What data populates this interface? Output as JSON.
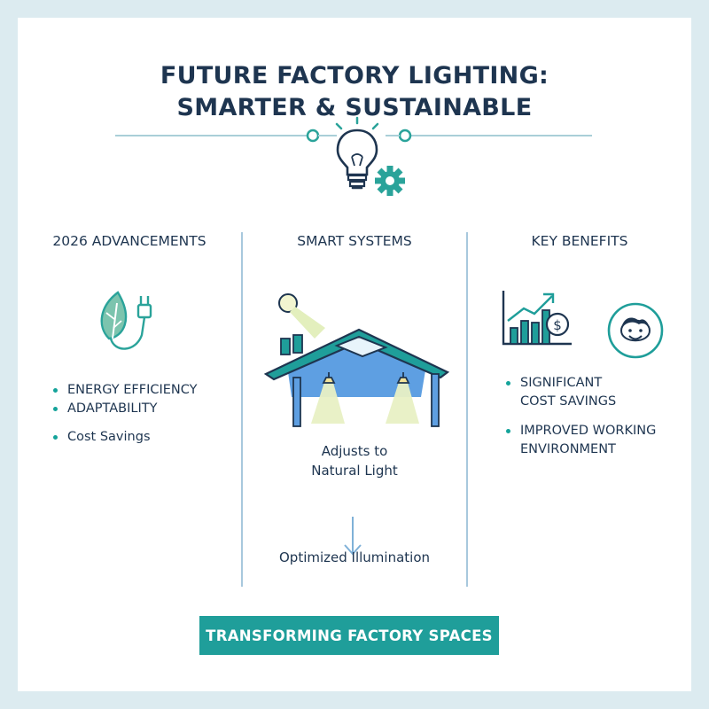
{
  "title": {
    "line1": "FUTURE FACTORY LIGHTING:",
    "line2": "SMARTER & SUSTAINABLE"
  },
  "columns": [
    {
      "heading": "2026 ADVANCEMENTS",
      "icon": "leaf-plug-icon",
      "bullets": [
        "ENERGY EFFICIENCY",
        "ADAPTABILITY",
        "Cost Savings"
      ]
    },
    {
      "heading": "SMART SYSTEMS",
      "icon": "factory-skylight-icon",
      "step1_line1": "Adjusts to",
      "step1_line2": "Natural Light",
      "step2": "Optimized Illumination"
    },
    {
      "heading": "KEY BENEFITS",
      "icons": [
        "growth-chart-icon",
        "smiling-worker-icon"
      ],
      "bullets": [
        {
          "line1": "SIGNIFICANT",
          "line2": "COST SAVINGS"
        },
        {
          "line1": "IMPROVED WORKING",
          "line2": "ENVIRONMENT"
        }
      ]
    }
  ],
  "banner": "TRANSFORMING FACTORY SPACES",
  "colors": {
    "navy": "#1e3550",
    "teal": "#1f9e9a",
    "bullet_teal": "#14a39a",
    "light_blue": "#a8c8dd",
    "background": "#dcebf0"
  }
}
